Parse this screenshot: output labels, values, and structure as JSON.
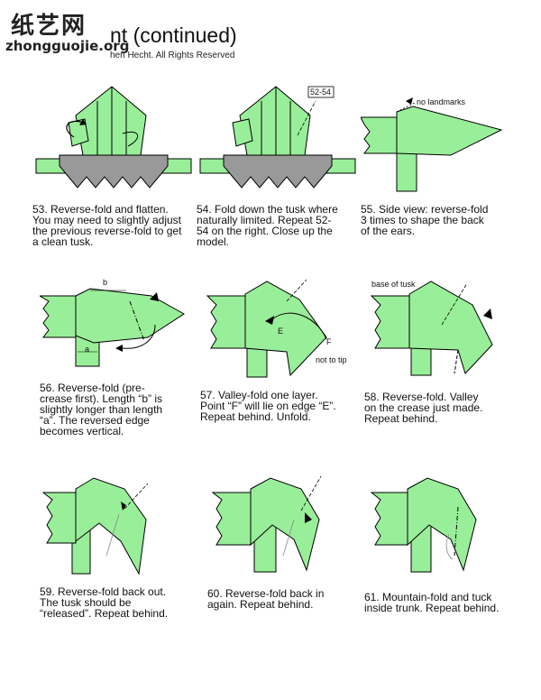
{
  "header": {
    "logo_cn": "纸艺网",
    "logo_url": "zhongguojie.org",
    "title": "nt (continued)",
    "copyright": "hen Hecht.  All Rights Reserved"
  },
  "steps": [
    {
      "caption": "53.  Reverse-fold and flatten.\n You may need to slightly adjust\nthe previous reverse-fold to get\na clean tusk."
    },
    {
      "caption": "54.  Fold down the tusk where\nnaturally limited.  Repeat 52-\n54 on the right.  Close up the\nmodel.",
      "labels": {
        "ref": "52-54"
      }
    },
    {
      "caption": "55.  Side view:  reverse-fold\n3 times to shape the back\nof the ears.",
      "labels": {
        "note": "no landmarks"
      }
    },
    {
      "caption": "56.  Reverse-fold (pre-\ncrease first).  Length “b” is\nslightly longer than length\n“a”.  The reversed edge\nbecomes vertical.",
      "labels": {
        "a": "a",
        "b": "b"
      }
    },
    {
      "caption": "57.  Valley-fold one layer.\nPoint “F” will lie on edge “E”.\n Repeat behind.  Unfold.",
      "labels": {
        "e": "E",
        "f": "F",
        "note": "not to tip"
      }
    },
    {
      "caption": "58.  Reverse-fold.  Valley\non the crease just made.\nRepeat behind.",
      "labels": {
        "note": "base of tusk"
      }
    },
    {
      "caption": "59.  Reverse-fold back out.\n The tusk should be\n“released”.  Repeat behind."
    },
    {
      "caption": "60.  Reverse-fold back in\nagain.  Repeat behind."
    },
    {
      "caption": "61.  Mountain-fold and tuck\ninside trunk.  Repeat behind."
    }
  ],
  "colors": {
    "paper_green": "#99ee99",
    "paper_gray": "#999999",
    "outline": "#000000",
    "crease_gray": "#888888"
  }
}
